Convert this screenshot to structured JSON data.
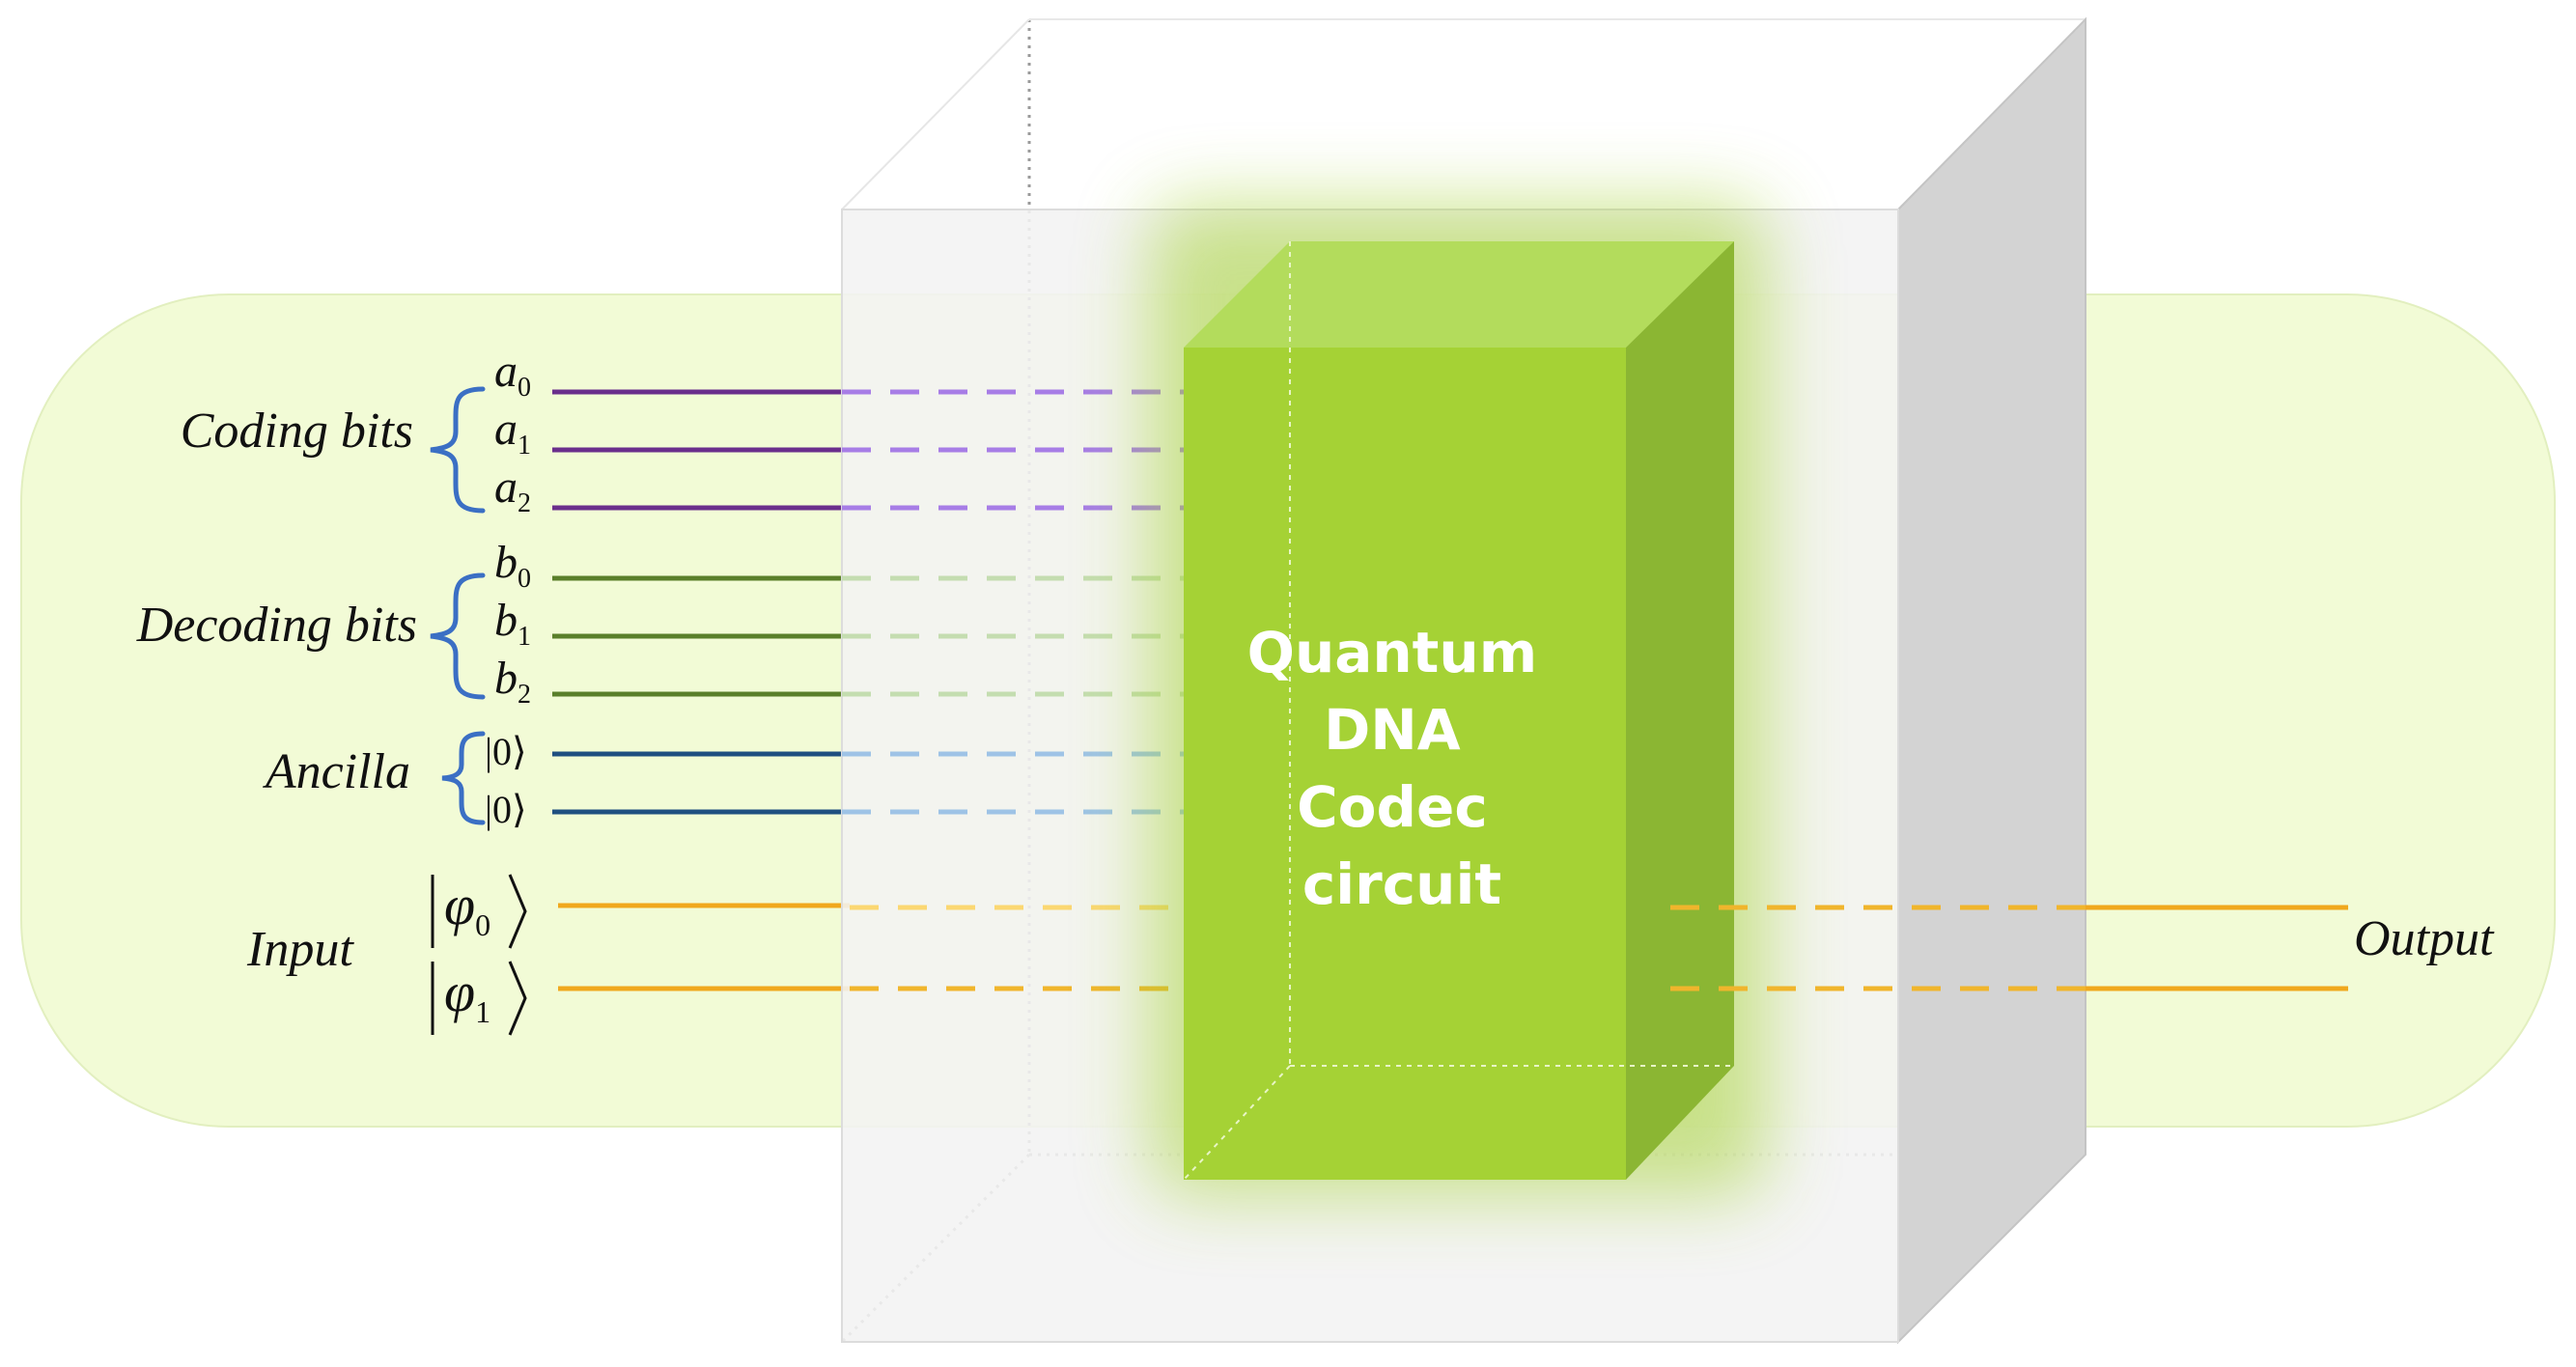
{
  "groups": {
    "coding": {
      "label": "Coding bits",
      "lines": [
        "a",
        "a",
        "a"
      ],
      "subs": [
        "0",
        "1",
        "2"
      ]
    },
    "decoding": {
      "label": "Decoding bits",
      "lines": [
        "b",
        "b",
        "b"
      ],
      "subs": [
        "0",
        "1",
        "2"
      ]
    },
    "ancilla": {
      "label": "Ancilla",
      "kets": [
        "|0⟩",
        "|0⟩"
      ]
    },
    "input": {
      "label": "Input",
      "symbol": "φ",
      "subs": [
        "0",
        "1"
      ]
    },
    "output": {
      "label": "Output"
    }
  },
  "circuit": {
    "title_lines": [
      "Quantum",
      "DNA",
      "Codec",
      "circuit"
    ]
  },
  "colors": {
    "background_band": "#f2fbd6",
    "coding_line": "#6a2e8c",
    "coding_dash": "#a77de6",
    "decoding_line": "#5a7f2a",
    "decoding_dash": "#c4ddb0",
    "ancilla_line": "#1f4f80",
    "ancilla_dash": "#9ec3e6",
    "io_line": "#f0a81e",
    "io_dash_light": "#fbd772",
    "brace": "#3b6fc4",
    "green_front": "#a5d235",
    "green_top": "#b3dc5c",
    "green_side": "#8bb633",
    "cube_front": "#f3f3f3",
    "cube_side": "#d3d3d3"
  }
}
